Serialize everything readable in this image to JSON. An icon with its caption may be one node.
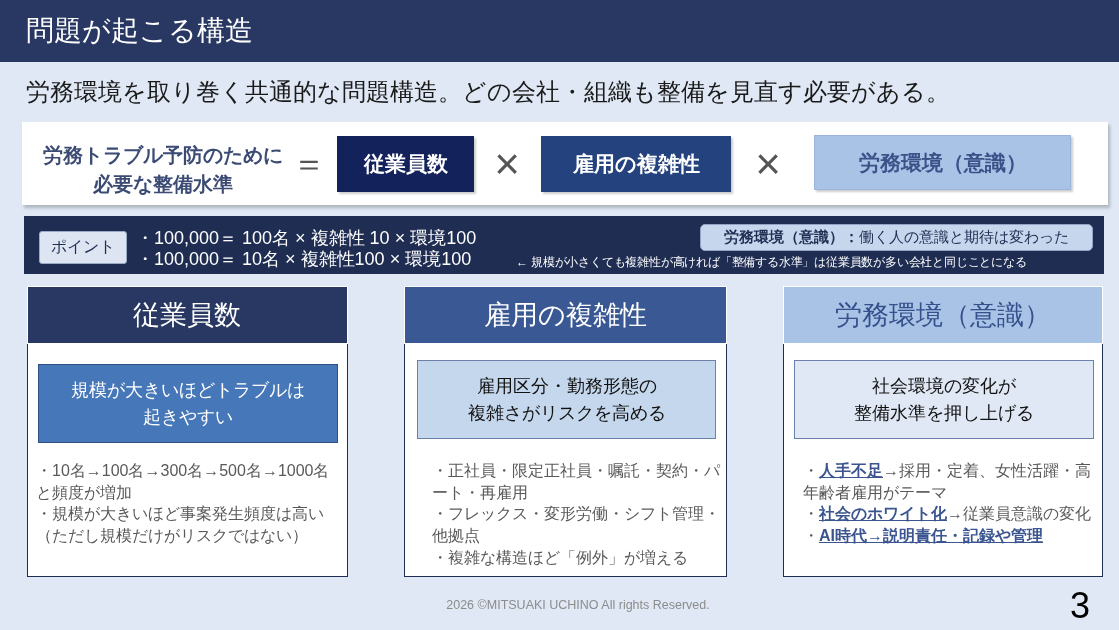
{
  "diagram": {
    "title": "問題が起こる構造",
    "nodes": [
      {
        "text": [
          "労務トラブル予防のために必要な整備水準"
        ]
      },
      {
        "text": [
          "従業員数"
        ],
        "in": 0
      },
      {
        "text": [
          "雇用の複雑性"
        ],
        "in": 0
      },
      {
        "text": [
          "労務環境（意識）"
        ],
        "in": 0
      },
      {
        "text": [
          "・100,000＝ 100名 × 複雑性 10 × 環境100",
          "・100,000＝ 10名 × 複雑性100 × 環境100",
          "← 規模が小さくても複雑性が高ければ「整備する水準」は従業員数が多い会社と同じことになる"
        ]
      },
      {
        "text": [
          "ポイント"
        ],
        "in": 4
      },
      {
        "text": [
          "**労務環境（意識）：**働く人の意識と期待は変わった"
        ],
        "in": 4
      },
      {
        "text": [
          "従業員数",
          "・10名→100名→300名→500名→1000名と頻度が増加",
          "・規模が大きいほど事案発生頻度は高い（ただし規模だけがリスクではない）"
        ]
      },
      {
        "text": [
          "規模が大きいほどトラブルは起きやすい"
        ],
        "in": 7
      },
      {
        "text": [
          "雇用の複雑性",
          "・正社員・限定正社員・嘱託・契約・パート・再雇用",
          "・フレックス・変形労働・シフト管理・他拠点",
          "・複雑な構造ほど「例外」が増える"
        ]
      },
      {
        "text": [
          "雇用区分・勤務形態の複雑さがリスクを高める"
        ],
        "in": 9
      },
      {
        "text": [
          "労務環境（意識）",
          "・**人手不足**→採用・定着、女性活躍・高年齢者雇用がテーマ",
          "・**社会のホワイト化**→従業員意識の変化",
          "・**AI時代→説明責任・記録や管理**"
        ]
      },
      {
        "text": [
          "社会環境の変化が整備水準を押し上げる"
        ],
        "in": 11
      }
    ],
    "labels": [
      "労務環境を取り巻く共通的な問題構造。どの会社・組織も整備を見直す必要がある。",
      "＝",
      "×",
      "×",
      "2026 ©MITSUAKI UCHINO All rights Reserved.",
      "3"
    ]
  }
}
